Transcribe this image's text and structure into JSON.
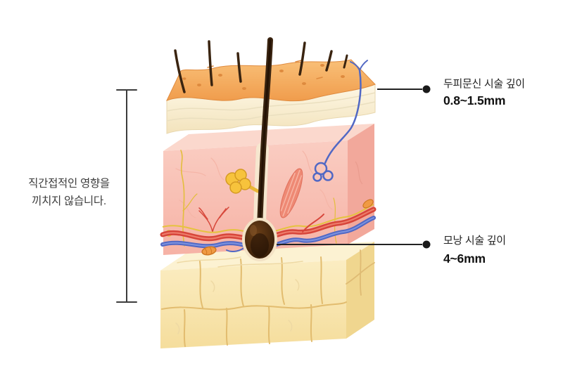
{
  "left_note": {
    "line1": "직간접적인 영향을",
    "line2": "끼치지 않습니다."
  },
  "callouts": {
    "scalp_tattoo": {
      "label": "두피문신 시술 깊이",
      "value": "0.8~1.5mm"
    },
    "follicle": {
      "label": "모낭 시술 깊이",
      "value": "4~6mm"
    }
  },
  "colors": {
    "epidermis_top": "#F5A85C",
    "epidermis_band": "#FCF3DC",
    "dermis": "#F9C3B8",
    "subcutaneous_fat": "#FAE8B4",
    "vessel_red": "#D7453A",
    "vessel_blue": "#5168C4",
    "nerve_yellow": "#E5C33E",
    "hair_brown": "#3A2410",
    "callout_black": "#1A1A1A"
  }
}
